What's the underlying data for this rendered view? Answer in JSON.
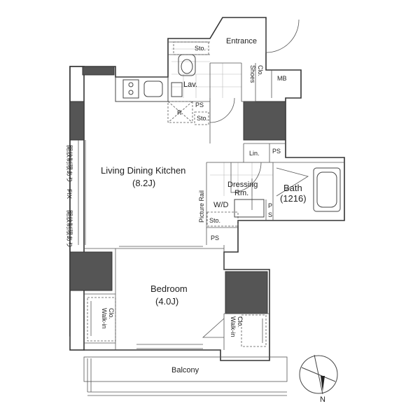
{
  "rooms": {
    "entrance": "Entrance",
    "storage_top": "Sto.",
    "shoes_closet_line1": "Shoes",
    "shoes_closet_line2": "Clo.",
    "mb": "MB",
    "lavatory": "Lav.",
    "ps_top": "PS",
    "r": "R",
    "storage_mid": "Sto.",
    "ldk_name": "Living Dining Kitchen",
    "ldk_size": "(8.2J)",
    "linen": "Lin.",
    "ps_right": "PS",
    "dressing_line1": "Dressing",
    "dressing_line2": "Rm.",
    "wd": "W/D",
    "bath_name": "Bath",
    "bath_size": "(1216)",
    "p": "P",
    "s": "S",
    "picture_rail": "Picture Rail",
    "storage_low": "Sto.",
    "ps_low": "PS",
    "bedroom_name": "Bedroom",
    "bedroom_size": "(4.0J)",
    "walkin_left_line1": "Walk-in",
    "walkin_left_line2": "Clo.",
    "walkin_right_line1": "Walk-in",
    "walkin_right_line2": "Clo.",
    "balcony": "Balcony"
  },
  "window_notes": {
    "upper": "開放制限あり",
    "middle": "FIX",
    "lower": "開放制限あり"
  },
  "compass": {
    "north_label": "N"
  },
  "colors": {
    "wall": "#333333",
    "column": "#555555",
    "background": "#ffffff"
  }
}
